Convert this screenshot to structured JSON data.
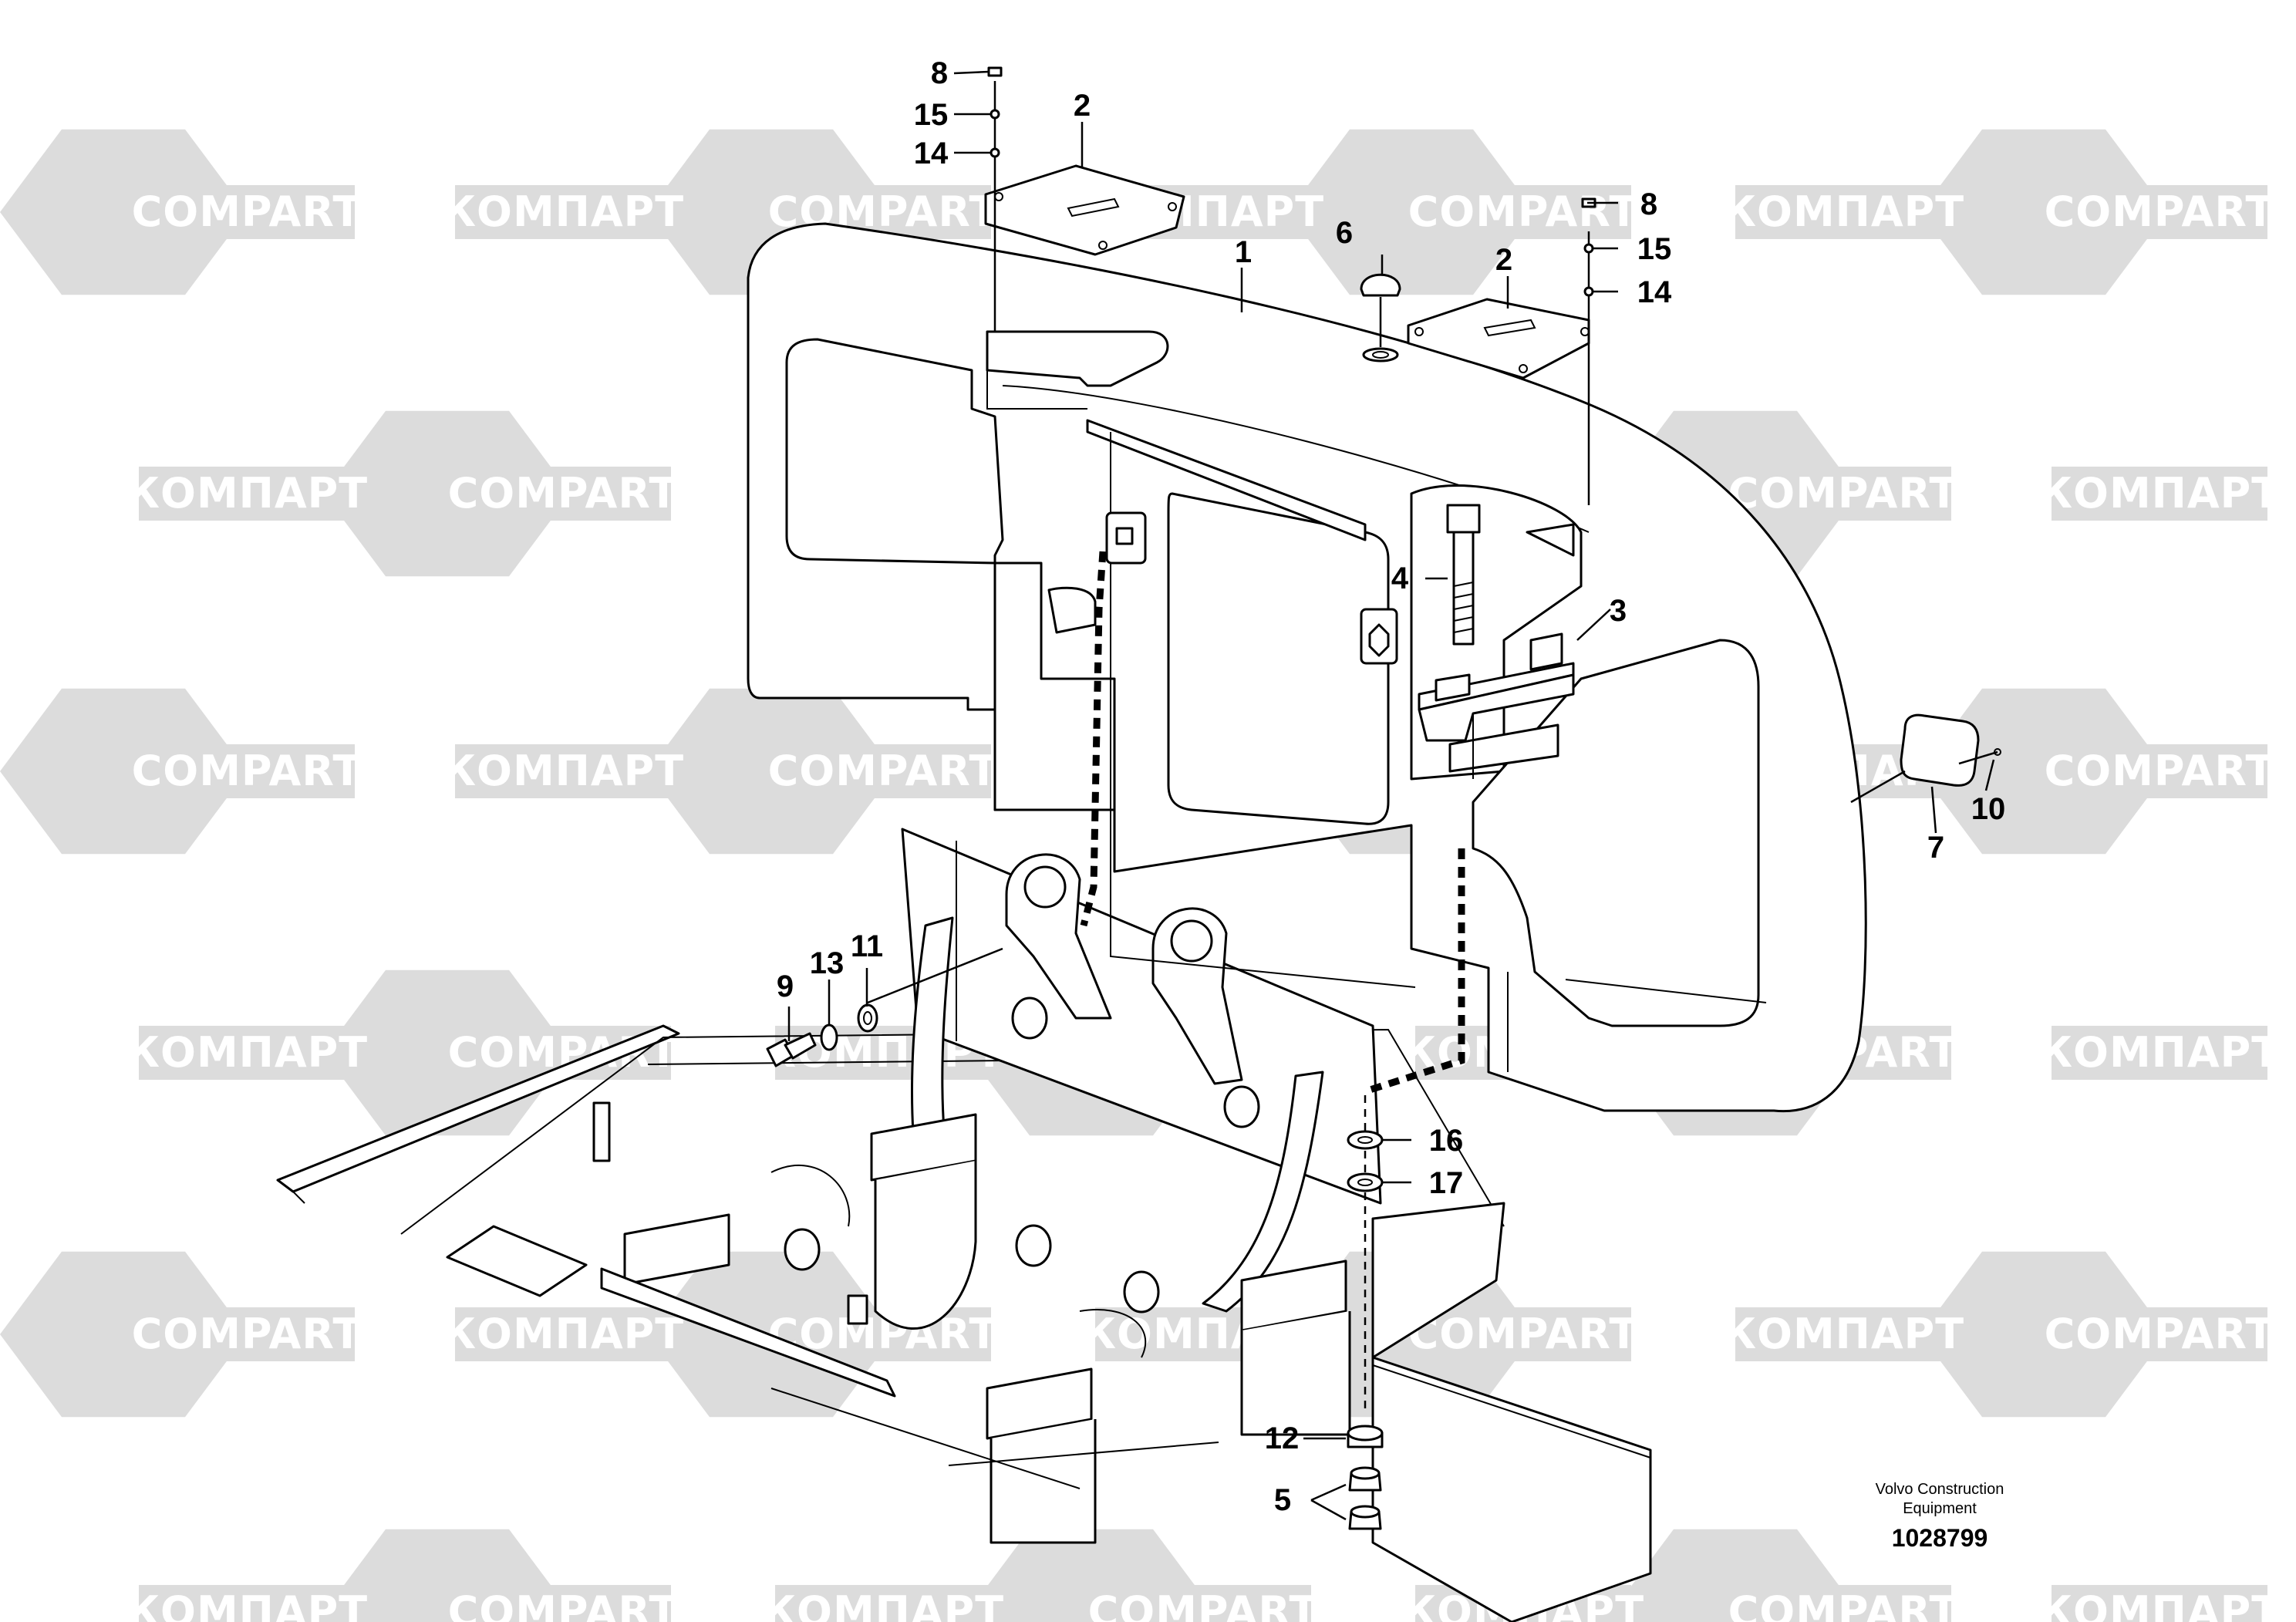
{
  "watermark": {
    "text_latin": "COMPART",
    "text_cyrillic": "КОМПАРТ",
    "color": "#dcdcdc"
  },
  "callouts": [
    {
      "id": "c1",
      "label": "1"
    },
    {
      "id": "c2a",
      "label": "2"
    },
    {
      "id": "c2b",
      "label": "2"
    },
    {
      "id": "c3",
      "label": "3"
    },
    {
      "id": "c4",
      "label": "4"
    },
    {
      "id": "c5",
      "label": "5"
    },
    {
      "id": "c6",
      "label": "6"
    },
    {
      "id": "c7",
      "label": "7"
    },
    {
      "id": "c8a",
      "label": "8"
    },
    {
      "id": "c8b",
      "label": "8"
    },
    {
      "id": "c9",
      "label": "9"
    },
    {
      "id": "c10",
      "label": "10"
    },
    {
      "id": "c11",
      "label": "11"
    },
    {
      "id": "c12",
      "label": "12"
    },
    {
      "id": "c13",
      "label": "13"
    },
    {
      "id": "c14a",
      "label": "14"
    },
    {
      "id": "c14b",
      "label": "14"
    },
    {
      "id": "c15a",
      "label": "15"
    },
    {
      "id": "c15b",
      "label": "15"
    },
    {
      "id": "c16",
      "label": "16"
    },
    {
      "id": "c17",
      "label": "17"
    }
  ],
  "footer": {
    "company_line1": "Volvo Construction",
    "company_line2": "Equipment",
    "drawing_number": "1028799"
  }
}
